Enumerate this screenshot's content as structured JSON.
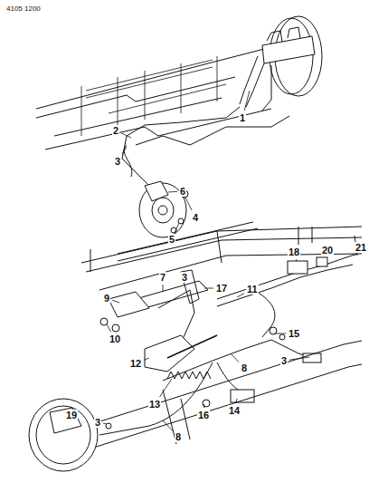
{
  "diagram": {
    "labels": [
      "4105 1200",
      "1",
      "2",
      "3",
      "6",
      "4",
      "5",
      "7",
      "3",
      "17",
      "18",
      "20",
      "21",
      "11",
      "9",
      "10",
      "15",
      "3",
      "12",
      "13",
      "8",
      "14",
      "16",
      "8",
      "19",
      "3"
    ]
  }
}
